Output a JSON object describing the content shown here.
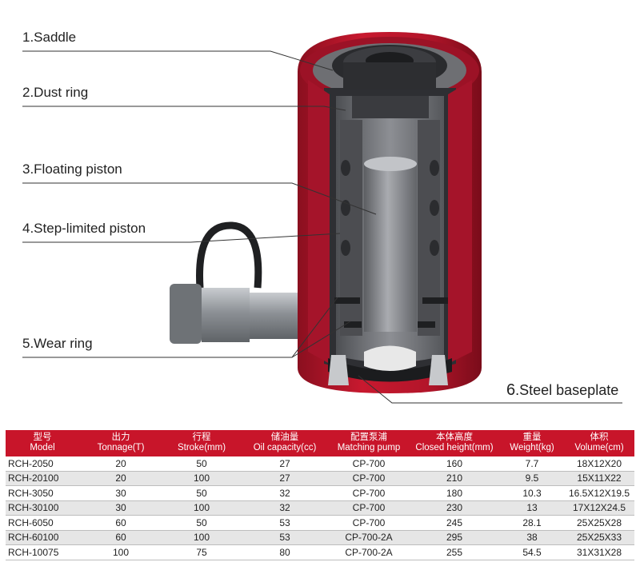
{
  "labels": {
    "saddle": "1.Saddle",
    "dust_ring": "2.Dust ring",
    "floating_piston": "3.Floating piston",
    "step_limited_piston": "4.Step-limited piston",
    "wear_ring": "5.Wear ring",
    "steel_baseplate_num": "6",
    "steel_baseplate": ".Steel baseplate"
  },
  "colors": {
    "cylinder_red": "#b8162c",
    "header_red": "#c8152a",
    "steel_gray": "#7d7f83"
  },
  "table": {
    "headers": [
      {
        "zh": "型号",
        "en": "Model"
      },
      {
        "zh": "出力",
        "en": "Tonnage(T)"
      },
      {
        "zh": "行程",
        "en": "Stroke(mm)"
      },
      {
        "zh": "储油量",
        "en": "Oil capacity(cc)"
      },
      {
        "zh": "配置泵浦",
        "en": "Matching pump"
      },
      {
        "zh": "本体高度",
        "en": "Closed height(mm)"
      },
      {
        "zh": "重量",
        "en": "Weight(kg)"
      },
      {
        "zh": "体积",
        "en": "Volume(cm)"
      }
    ],
    "rows": [
      [
        "RCH-2050",
        "20",
        "50",
        "27",
        "CP-700",
        "160",
        "7.7",
        "18X12X20"
      ],
      [
        "RCH-20100",
        "20",
        "100",
        "27",
        "CP-700",
        "210",
        "9.5",
        "15X11X22"
      ],
      [
        "RCH-3050",
        "30",
        "50",
        "32",
        "CP-700",
        "180",
        "10.3",
        "16.5X12X19.5"
      ],
      [
        "RCH-30100",
        "30",
        "100",
        "32",
        "CP-700",
        "230",
        "13",
        "17X12X24.5"
      ],
      [
        "RCH-6050",
        "60",
        "50",
        "53",
        "CP-700",
        "245",
        "28.1",
        "25X25X28"
      ],
      [
        "RCH-60100",
        "60",
        "100",
        "53",
        "CP-700-2A",
        "295",
        "38",
        "25X25X33"
      ],
      [
        "RCH-10075",
        "100",
        "75",
        "80",
        "CP-700-2A",
        "255",
        "54.5",
        "31X31X28"
      ]
    ]
  }
}
